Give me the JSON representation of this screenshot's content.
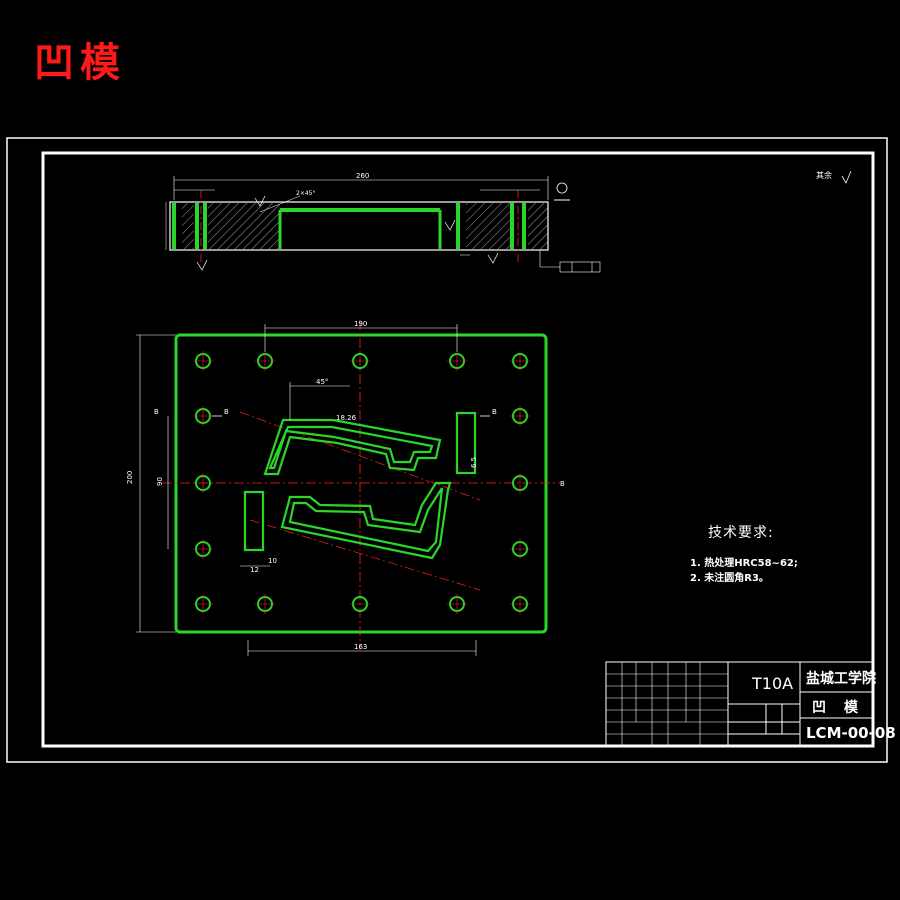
{
  "title": "凹模",
  "technical_requirements": {
    "heading": "技术要求:",
    "notes": [
      "1. 热处理HRC58~62;",
      "2. 未注圆角R3。"
    ]
  },
  "title_block": {
    "material": "T10A",
    "school": "盐城工学院",
    "part_name": "凹模",
    "drawing_number": "LCM-00-08"
  },
  "dimensions": {
    "overall_width": "260",
    "hole_spacing_top": "190",
    "hole_spacing_bottom": "163",
    "height_left": "200",
    "inner_height": "90",
    "angle": "45°",
    "chamfer": "2×45°",
    "section_label": "B",
    "small_dims": [
      "18.26",
      "6.5",
      "12",
      "10"
    ]
  },
  "roughness_other": "其余"
}
